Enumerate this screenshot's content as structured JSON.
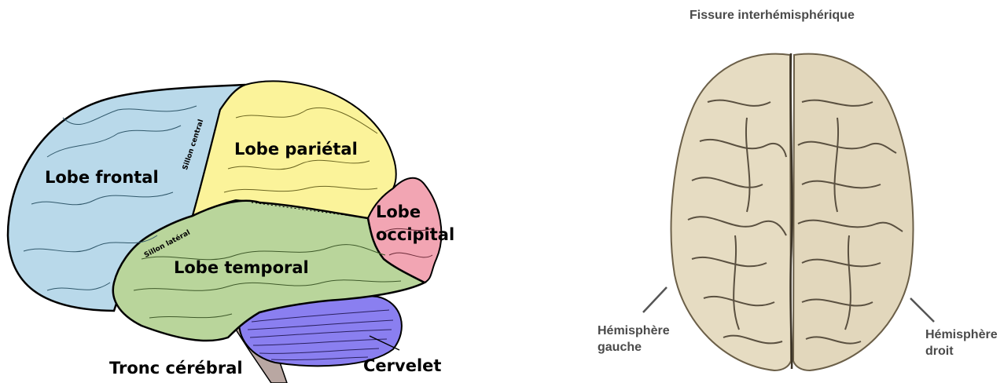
{
  "left_diagram": {
    "labels": {
      "frontal": "Lobe frontal",
      "parietal": "Lobe pariétal",
      "occipital_line1": "Lobe",
      "occipital_line2": "occipital",
      "temporal": "Lobe temporal",
      "central_sulcus": "Sillon central",
      "lateral_sulcus": "Sillon latéral",
      "brainstem": "Tronc cérébral",
      "cerebellum": "Cervelet"
    },
    "colors": {
      "frontal": "#b9d9ea",
      "parietal": "#fbf39a",
      "occipital": "#f2a5b3",
      "temporal": "#b9d59b",
      "cerebellum": "#8a7ff0",
      "brainstem": "#b9a7a2"
    }
  },
  "right_diagram": {
    "labels": {
      "fissure": "Fissure interhémisphérique",
      "left_hemisphere_line1": "Hémisphère",
      "left_hemisphere_line2": "gauche",
      "right_hemisphere_line1": "Hémisphère",
      "right_hemisphere_line2": "droit"
    },
    "colors": {
      "brain": "#e6dcc2",
      "sulci": "#5a5040"
    }
  }
}
